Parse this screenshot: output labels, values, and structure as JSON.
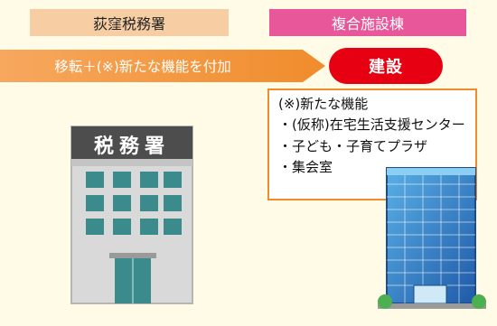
{
  "header": {
    "left_label": "荻窪税務署",
    "right_label": "複合施設棟"
  },
  "arrow": {
    "label": "移転＋(※)新たな機能を付加"
  },
  "build_badge": "建設",
  "features": {
    "title": "(※)新たな機能",
    "items": [
      "・(仮称)在宅生活支援センター",
      "・子ども・子育てプラザ",
      "・集会室"
    ]
  },
  "office_building": {
    "sign": "税務署"
  },
  "colors": {
    "background": "#fffbe6",
    "header_left": "#f7cda3",
    "header_right": "#e8579a",
    "arrow": "#f08c2c",
    "build_badge": "#e60012",
    "box_border": "#f08c2c"
  },
  "icons": [
    "tax-office-building-icon",
    "skyscraper-icon"
  ]
}
